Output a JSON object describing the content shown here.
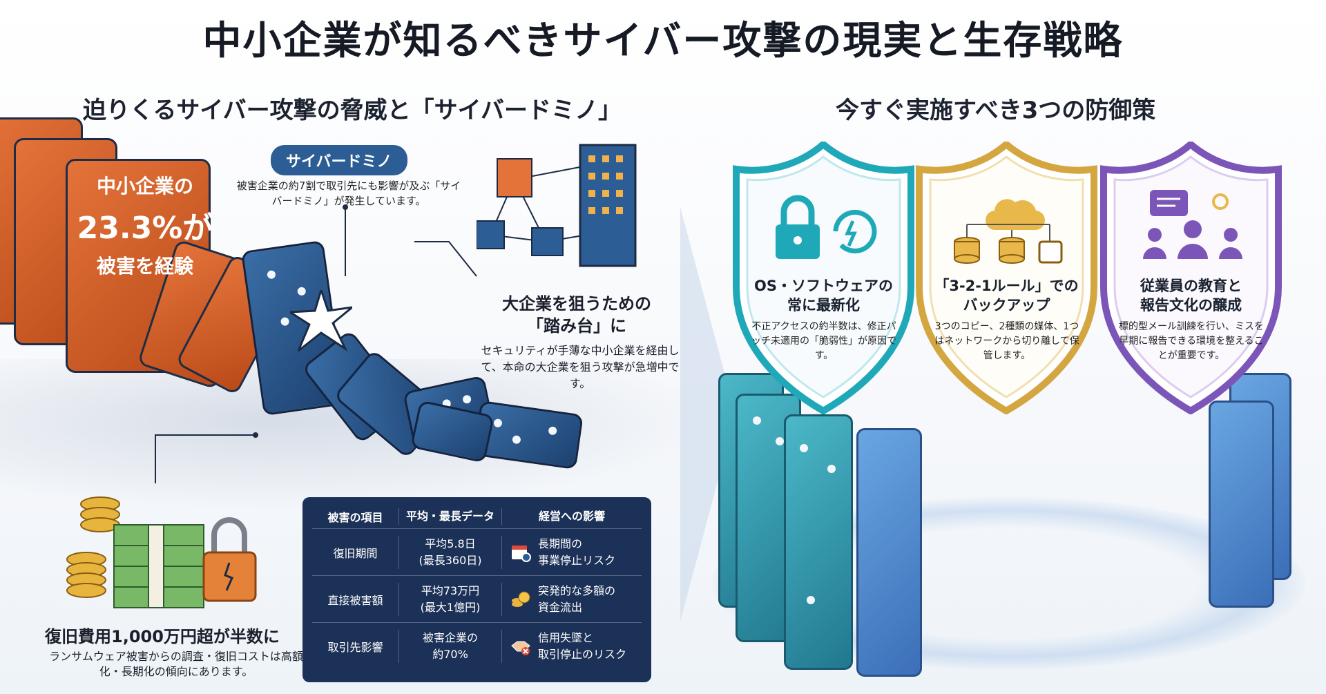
{
  "title": "中小企業が知るべきサイバー攻撃の現実と生存戦略",
  "left": {
    "section_title": "迫りくるサイバー攻撃の脅威と「サイバードミノ」",
    "stat": {
      "line1": "中小企業の",
      "line2": "23.3%が",
      "line3": "被害を経験"
    },
    "domino_pill": "サイバードミノ",
    "domino_desc": "被害企業の約7割で取引先にも影響が及ぶ「サイバードミノ」が発生しています。",
    "stepping": {
      "title1": "大企業を狙うための",
      "title2": "「踏み台」に",
      "desc": "セキュリティが手薄な中小企業を経由して、本命の大企業を狙う攻撃が急増中です。"
    },
    "cost": {
      "title": "復旧費用1,000万円超が半数に",
      "desc": "ランサムウェア被害からの調査・復旧コストは高額化・長期化の傾向にあります。"
    },
    "table": {
      "headers": [
        "被害の項目",
        "平均・最長データ",
        "経営への影響"
      ],
      "rows": [
        {
          "item": "復旧期間",
          "data1": "平均5.8日",
          "data2": "(最長360日)",
          "impact1": "長期間の",
          "impact2": "事業停止リスク",
          "icon": "calendar-clock-icon"
        },
        {
          "item": "直接被害額",
          "data1": "平均73万円",
          "data2": "(最大1億円)",
          "impact1": "突発的な多額の",
          "impact2": "資金流出",
          "icon": "coins-icon"
        },
        {
          "item": "取引先影響",
          "data1": "被害企業の",
          "data2": "約70%",
          "impact1": "信用失墜と",
          "impact2": "取引停止のリスク",
          "icon": "handshake-icon"
        }
      ]
    }
  },
  "right": {
    "section_title": "今すぐ実施すべき3つの防御策",
    "shields": [
      {
        "title1": "OS・ソフトウェアの",
        "title2": "常に最新化",
        "desc": "不正アクセスの約半数は、修正パッチ未適用の「脆弱性」が原因です。",
        "color": "#1fa9b8",
        "icon": "lock-refresh-icon"
      },
      {
        "title1": "「3-2-1ルール」での",
        "title2": "バックアップ",
        "desc": "3つのコピー、2種類の媒体、1つはネットワークから切り離して保管します。",
        "color": "#d4a640",
        "icon": "cloud-backup-icon"
      },
      {
        "title1": "従業員の教育と",
        "title2": "報告文化の醸成",
        "desc": "標的型メール訓練を行い、ミスを早期に報告できる環境を整えることが重要です。",
        "color": "#7b55b8",
        "icon": "team-idea-icon"
      }
    ]
  }
}
